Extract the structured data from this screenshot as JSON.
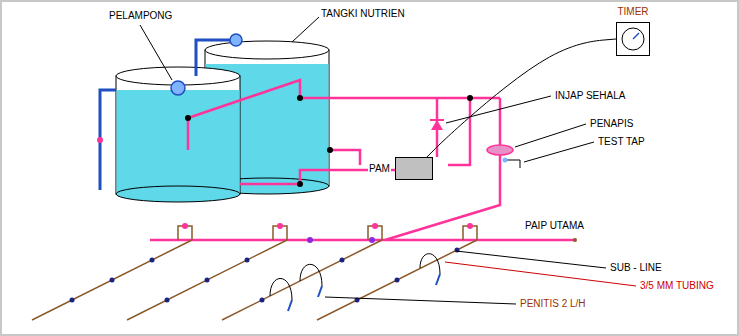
{
  "diagram": {
    "nodes": [
      {
        "text": [
          "TIMER"
        ]
      },
      {
        "text": [
          "PAM"
        ]
      }
    ],
    "edges": [
      {
        "from": 0,
        "to": 1,
        "arrow": "none"
      }
    ],
    "labels": [
      "PELAMPONG",
      "TANGKI NUTRIEN",
      "INJAP SEHALA",
      "PENAPIS",
      "TEST TAP",
      "PAIP UTAMA",
      "SUB - LINE",
      "3/5 MM TUBING",
      "PENITIS 2 L/H"
    ]
  }
}
